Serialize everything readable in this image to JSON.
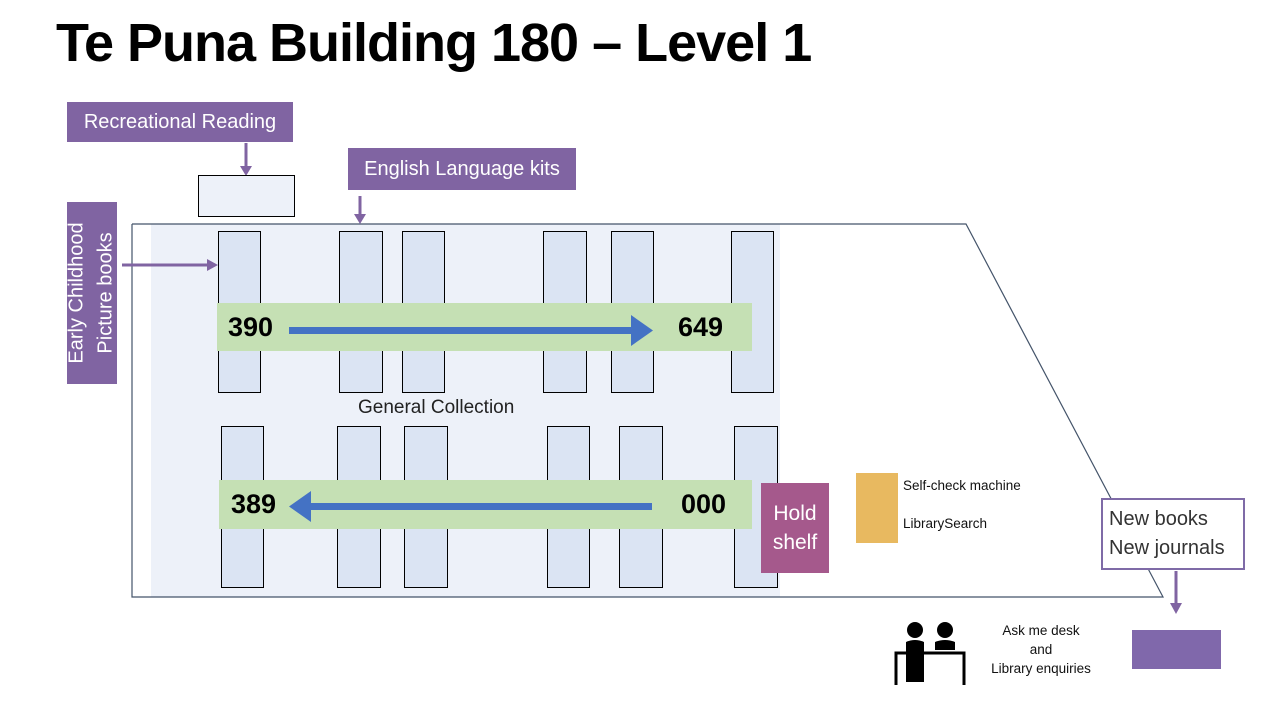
{
  "title": "Te Puna Building 180 – Level 1",
  "labels": {
    "recreational_reading": "Recreational Reading",
    "english_language_kits": "English Language kits",
    "early_childhood_line1": "Early Childhood",
    "early_childhood_line2": "Picture books",
    "general_collection": "General Collection",
    "hold_shelf_line1": "Hold",
    "hold_shelf_line2": "shelf",
    "self_check": "Self-check machine",
    "library_search": "LibrarySearch",
    "new_books": "New books",
    "new_journals": "New journals",
    "ask_me_line1": "Ask me desk",
    "ask_me_line2": "and",
    "ask_me_line3": "Library enquiries"
  },
  "ranges": {
    "top_row": {
      "start": "390",
      "end": "649",
      "direction": "left-to-right"
    },
    "bottom_row": {
      "start": "000",
      "end": "389",
      "direction": "right-to-left"
    }
  },
  "icons": {
    "desk_people": "people-at-desk-icon"
  },
  "colors": {
    "purple_label": "#8064a2",
    "hold_shelf": "#a5598c",
    "self_check": "#e8b960",
    "range_band": "#c5e0b4",
    "arrow": "#4472c4",
    "shelf": "#dbe4f3",
    "floor": "#edf1f9",
    "outline": "#44546a"
  }
}
